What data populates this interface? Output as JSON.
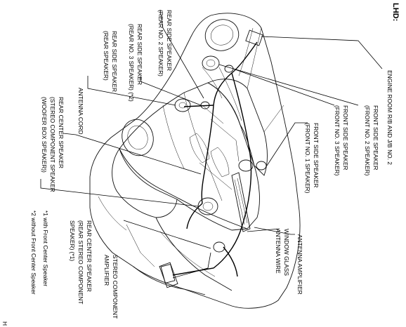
{
  "header": {
    "title": "LHD:",
    "corner_mark": "H"
  },
  "labels": {
    "engine_room": "ENGINE ROOM R/B AND J/B NO. 2",
    "fs2_a": "FRONT SIDE SPEAKER",
    "fs2_b": "(FRONT NO. 2 SPEAKER)",
    "fs3_a": "FRONT SIDE SPEAKER",
    "fs3_b": "(FRONT NO. 3 SPEAKER)",
    "fs1_a": "FRONT SIDE SPEAKER",
    "fs1_b": "(FRONT NO. 1 SPEAKER)",
    "ant_amp": "ANTENNA AMPLIFIER",
    "win_a": "WINDOW GLASS",
    "win_b": "ANTENNA WIRE",
    "stereo_a": "STEREO COMPONENT",
    "stereo_b": "AMPLIFIER",
    "rc_a": "REAR CENTER SPEAKER",
    "rc_b": "(REAR STEREO COMPONENT",
    "rc_c": "SPEAKER) (*1)",
    "note1": "*1 with Front Center Speaker",
    "note2": "*2 without Front Center Speaker",
    "rs2_a": "REAR SIDE SPEAKER",
    "rs2_b": "(REAR NO. 2 SPEAKER)",
    "rs3_a": "REAR SIDE SPEAKER",
    "rs3_b": "(REAR NO. 3 SPEAKER) (*2)",
    "rs_a": "REAR SIDE SPEAKER",
    "rs_b": "(REAR SPEAKER)",
    "ant_cord": "ANTENNA CORD",
    "rcw_a": "REAR CENTER SPEAKER",
    "rcw_b": "(STEREO COMPONENT SPEAKER",
    "rcw_c": "(WOOFER BOX SPEAKER))"
  }
}
